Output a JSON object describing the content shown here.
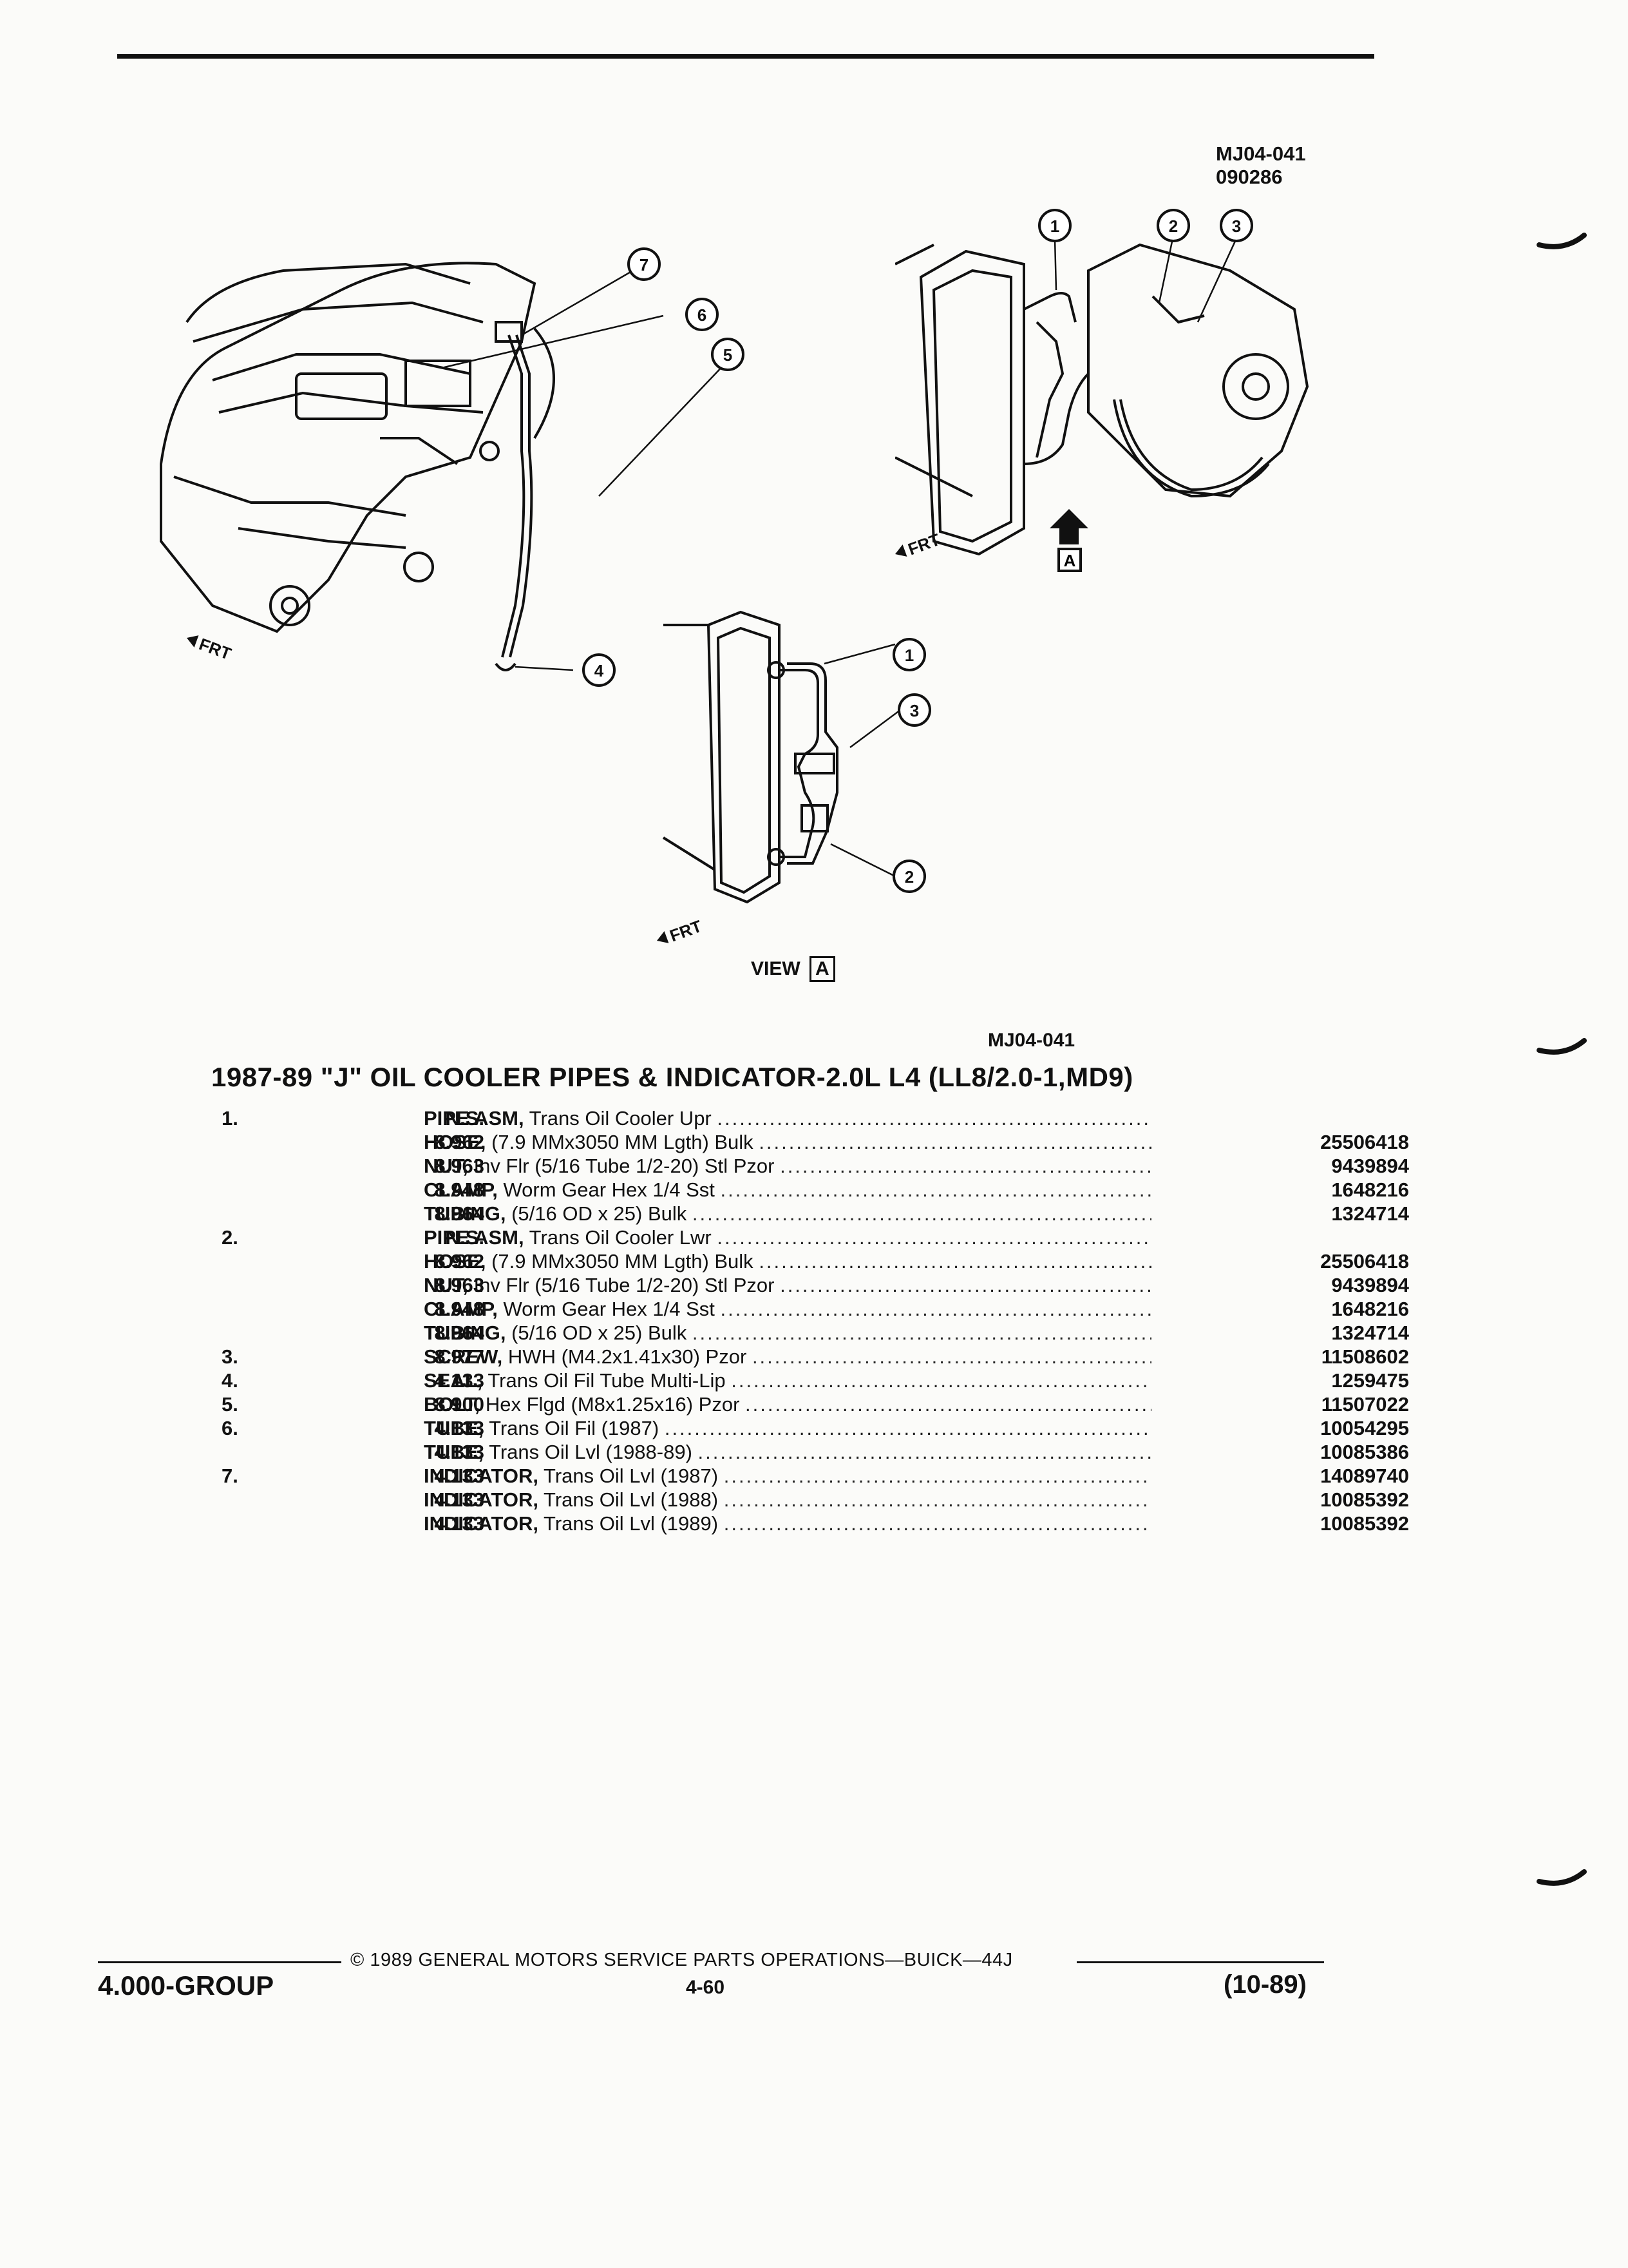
{
  "figure": {
    "code": "MJ04-041",
    "date_code": "090286",
    "view_label": "VIEW",
    "view_letter": "A",
    "frt_label": "FRT",
    "callouts": [
      "1",
      "2",
      "3",
      "4",
      "5",
      "6",
      "7"
    ],
    "code_bottom": "MJ04-041"
  },
  "section_title": "1987-89 \"J\" OIL COOLER PIPES & INDICATOR-2.0L L4 (LL8/2.0-1,MD9)",
  "parts": [
    {
      "ref": "1.",
      "group": "N.S.",
      "name": "PIPE ASM,",
      "detail": "Trans Oil Cooler Upr",
      "part_no": ""
    },
    {
      "ref": "",
      "group": "8.962",
      "name": "HOSE,",
      "detail": "(7.9 MMx3050 MM Lgth) Bulk",
      "part_no": "25506418"
    },
    {
      "ref": "",
      "group": "8.963",
      "name": "NUT,",
      "detail": "Inv Flr (5/16 Tube 1/2-20) Stl Pzor",
      "part_no": "9439894"
    },
    {
      "ref": "",
      "group": "8.948",
      "name": "CLAMP,",
      "detail": "Worm Gear Hex 1/4 Sst",
      "part_no": "1648216"
    },
    {
      "ref": "",
      "group": "8.964",
      "name": "TUBING,",
      "detail": "(5/16 OD x 25) Bulk",
      "part_no": "1324714"
    },
    {
      "ref": "2.",
      "group": "N.S.",
      "name": "PIPE ASM,",
      "detail": "Trans Oil Cooler Lwr",
      "part_no": ""
    },
    {
      "ref": "",
      "group": "8.962",
      "name": "HOSE,",
      "detail": "(7.9 MMx3050 MM Lgth) Bulk",
      "part_no": "25506418"
    },
    {
      "ref": "",
      "group": "8.963",
      "name": "NUT,",
      "detail": "Inv Flr (5/16 Tube 1/2-20) Stl Pzor",
      "part_no": "9439894"
    },
    {
      "ref": "",
      "group": "8.948",
      "name": "CLAMP,",
      "detail": "Worm Gear Hex 1/4 Sst",
      "part_no": "1648216"
    },
    {
      "ref": "",
      "group": "8.964",
      "name": "TUBING,",
      "detail": "(5/16 OD x 25) Bulk",
      "part_no": "1324714"
    },
    {
      "ref": "3.",
      "group": "8.977",
      "name": "SCREW,",
      "detail": "HWH (M4.2x1.41x30) Pzor",
      "part_no": "11508602"
    },
    {
      "ref": "4.",
      "group": "4.133",
      "name": "SEAL,",
      "detail": "Trans Oil Fil Tube Multi-Lip",
      "part_no": "1259475"
    },
    {
      "ref": "5.",
      "group": "8.900",
      "name": "BOLT,",
      "detail": "Hex Flgd (M8x1.25x16) Pzor",
      "part_no": "11507022"
    },
    {
      "ref": "6.",
      "group": "4.133",
      "name": "TUBE,",
      "detail": "Trans Oil Fil (1987)",
      "part_no": "10054295"
    },
    {
      "ref": "",
      "group": "4.133",
      "name": "TUBE,",
      "detail": "Trans Oil Lvl (1988-89)",
      "part_no": "10085386"
    },
    {
      "ref": "7.",
      "group": "4.133",
      "name": "INDICATOR,",
      "detail": "Trans Oil Lvl (1987)",
      "part_no": "14089740"
    },
    {
      "ref": "",
      "group": "4.133",
      "name": "INDICATOR,",
      "detail": "Trans Oil Lvl (1988)",
      "part_no": "10085392"
    },
    {
      "ref": "",
      "group": "4.133",
      "name": "INDICATOR,",
      "detail": "Trans Oil Lvl (1989)",
      "part_no": "10085392"
    }
  ],
  "footer": {
    "group": "4.000-GROUP",
    "copyright": "© 1989 GENERAL MOTORS SERVICE PARTS OPERATIONS—BUICK—44J",
    "page": "4-60",
    "date": "(10-89)"
  }
}
